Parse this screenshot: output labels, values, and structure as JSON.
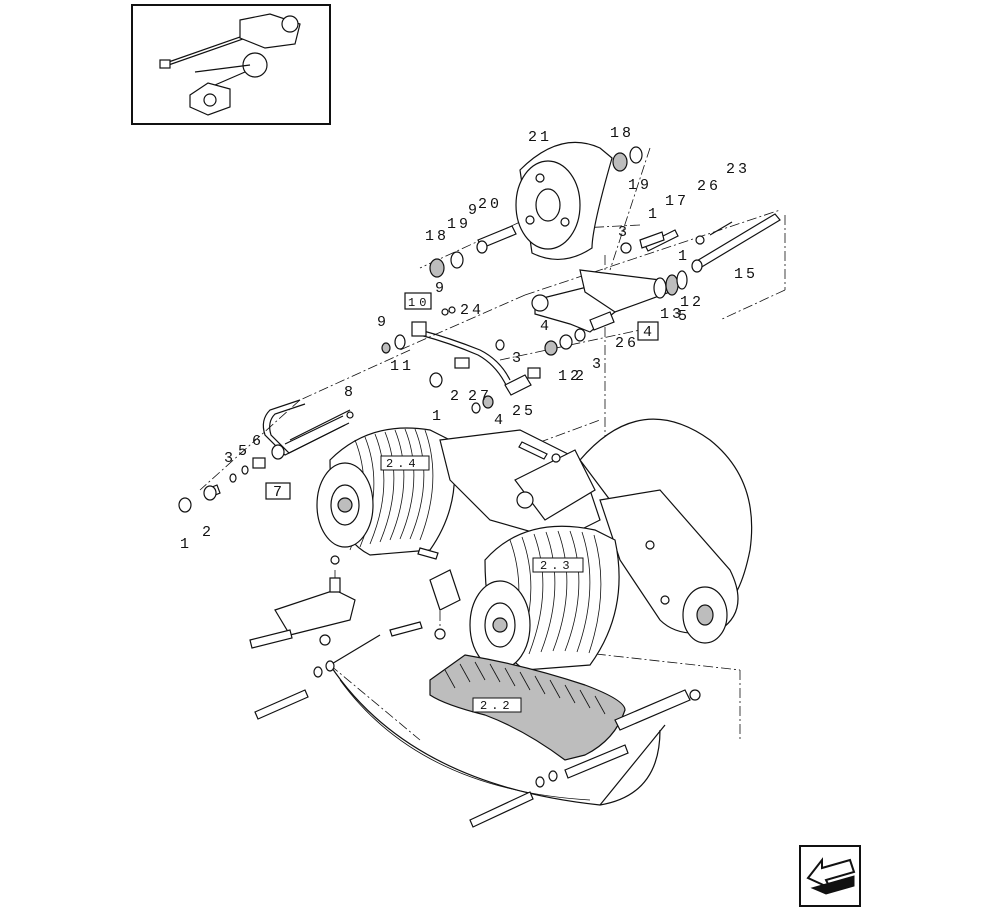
{
  "callouts": {
    "c1": "1",
    "c2": "2",
    "c3": "3",
    "c5": "5",
    "c6": "6",
    "c7box": "7",
    "c8": "8",
    "c9a": "9",
    "c9b": "9",
    "c9c": "9",
    "c10box": "10",
    "c11": "11",
    "c18a": "18",
    "c19a": "19",
    "c20": "20",
    "c21": "21",
    "c18b": "18",
    "c19b": "19",
    "c3b": "3",
    "c17": "17",
    "c26": "26",
    "c23": "23",
    "c1b": "1",
    "c15": "15",
    "c24": "24",
    "c3c": "3",
    "c4a": "4",
    "c12a": "12",
    "c13": "13",
    "c4box": "4",
    "c26b": "26",
    "c2b": "2",
    "c3d": "3",
    "c1c": "1",
    "c2c": "2",
    "c27": "27",
    "c4b": "4",
    "c25": "25",
    "c1d": "1",
    "c5b": "5",
    "c12b": "12"
  },
  "refs": {
    "r24": "2.4",
    "r23": "2.3",
    "r22": "2.2"
  },
  "icons": {
    "thumbnail": "assembly-overview-thumbnail",
    "nav": "previous-page-arrow-icon"
  }
}
